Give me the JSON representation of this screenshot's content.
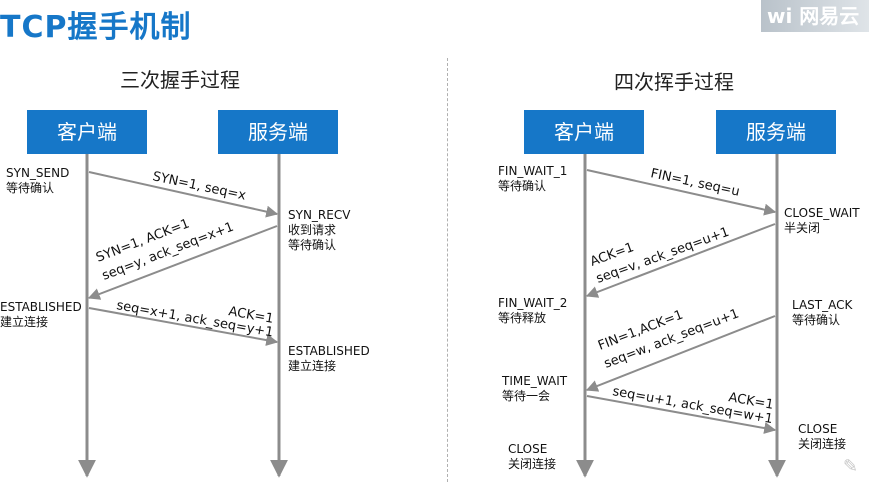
{
  "page_title": "TCP握手机制",
  "logo_text": "网易云",
  "left": {
    "title": "三次握手过程",
    "client": "客户端",
    "server": "服务端",
    "labels": {
      "syn_send": [
        "SYN_SEND",
        "等待确认"
      ],
      "syn_recv": [
        "SYN_RECV",
        "收到请求",
        "等待确认"
      ],
      "client_established": [
        "ESTABLISHED",
        "建立连接"
      ],
      "server_established": [
        "ESTABLISHED",
        "建立连接"
      ]
    },
    "messages": {
      "m1": "SYN=1, seq=x",
      "m2_line1": "SYN=1, ACK=1",
      "m2_line2": "seq=y, ack_seq=x+1",
      "m3_line1": "ACK=1",
      "m3_line2": "seq=x+1, ack_seq=y+1"
    }
  },
  "right": {
    "title": "四次挥手过程",
    "client": "客户端",
    "server": "服务端",
    "labels": {
      "fin_wait_1": [
        "FIN_WAIT_1",
        "等待确认"
      ],
      "close_wait": [
        "CLOSE_WAIT",
        "半关闭"
      ],
      "fin_wait_2": [
        "FIN_WAIT_2",
        "等待释放"
      ],
      "last_ack": [
        "LAST_ACK",
        "等待确认"
      ],
      "time_wait": [
        "TIME_WAIT",
        "等待一会"
      ],
      "client_close": [
        "CLOSE",
        "关闭连接"
      ],
      "server_close": [
        "CLOSE",
        "关闭连接"
      ]
    },
    "messages": {
      "m1": "FIN=1, seq=u",
      "m2_line1": "ACK=1",
      "m2_line2": "seq=v, ack_seq=u+1",
      "m3_line1": "FIN=1,ACK=1",
      "m3_line2": "seq=w, ack_seq=u+1",
      "m4_line1": "ACK=1",
      "m4_line2": "seq=u+1, ack_seq=w+1"
    }
  },
  "colors": {
    "accent": "#1677c8",
    "line": "#8c8c8c"
  }
}
